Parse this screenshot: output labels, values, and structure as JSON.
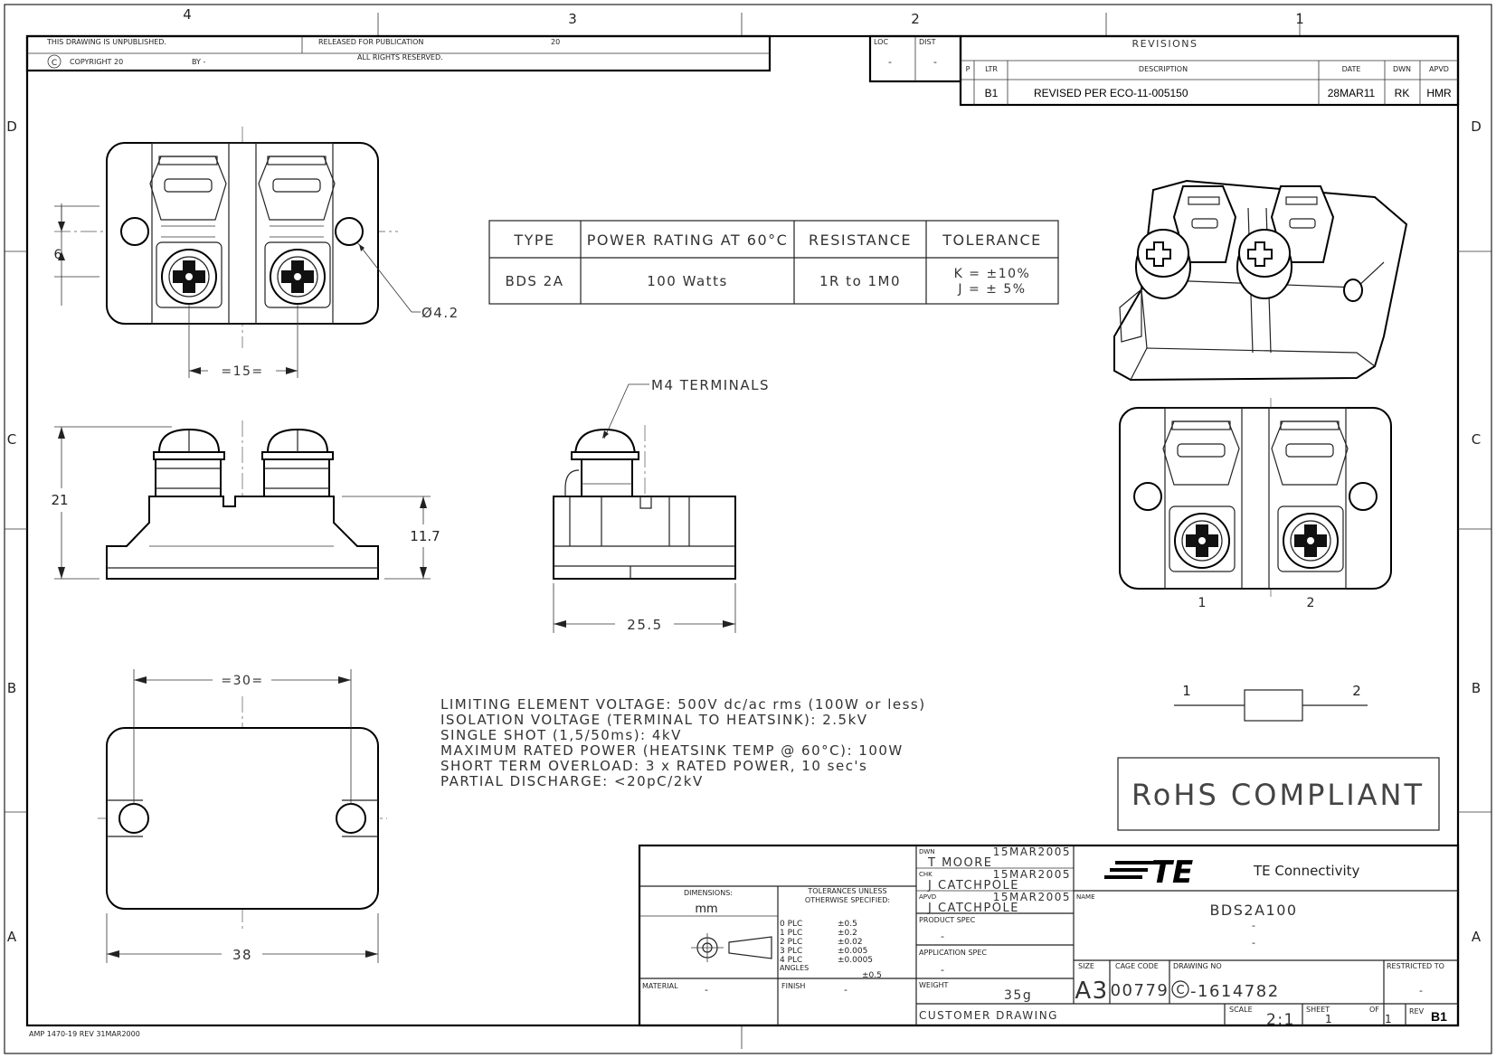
{
  "border": {
    "zones_top": [
      "4",
      "3",
      "2",
      "1"
    ],
    "zones_side": [
      "D",
      "C",
      "B",
      "A"
    ]
  },
  "header": {
    "unpublished": "THIS DRAWING IS UNPUBLISHED.",
    "copyright": "COPYRIGHT 20",
    "copyright_symbol": "C",
    "by": "BY -",
    "released": "RELEASED FOR PUBLICATION",
    "released_year": "20",
    "rights": "ALL RIGHTS RESERVED.",
    "loc_label": "LOC",
    "dist_label": "DIST",
    "loc_value": "-",
    "dist_value": "-"
  },
  "revisions": {
    "title": "REVISIONS",
    "headers": {
      "p": "P",
      "ltr": "LTR",
      "description": "DESCRIPTION",
      "date": "DATE",
      "dwn": "DWN",
      "apvd": "APVD"
    },
    "row": {
      "ltr": "B1",
      "description": "REVISED PER ECO-11-005150",
      "date": "28MAR11",
      "dwn": "RK",
      "apvd": "HMR"
    }
  },
  "spec_table": {
    "headers": [
      "TYPE",
      "POWER RATING AT 60°C",
      "RESISTANCE",
      "TOLERANCE"
    ],
    "row": {
      "type": "BDS 2A",
      "power": "100 Watts",
      "resistance": "1R to 1M0",
      "tol_k": "K = ±10%",
      "tol_j": "J = ± 5%"
    }
  },
  "dimensions": {
    "d6": "6",
    "d15": "=15=",
    "d42": "Ø4.2",
    "d21": "21",
    "d117": "11.7",
    "d255": "25.5",
    "d30": "=30=",
    "d38": "38",
    "m4": "M4 TERMINALS"
  },
  "notes": [
    "LIMITING ELEMENT VOLTAGE: 500V dc/ac rms (100W or less)",
    "ISOLATION VOLTAGE (TERMINAL TO HEATSINK): 2.5kV",
    "SINGLE SHOT (1,5/50ms): 4kV",
    "MAXIMUM RATED POWER (HEATSINK TEMP @ 60°C): 100W",
    "SHORT TERM OVERLOAD: 3 x RATED POWER, 10 sec's",
    "PARTIAL DISCHARGE: <20pC/2kV"
  ],
  "terminals": {
    "t1": "1",
    "t2": "2"
  },
  "schematic": {
    "p1": "1",
    "p2": "2"
  },
  "rohs": "RoHS COMPLIANT",
  "title_block": {
    "dimensions_label": "DIMENSIONS:",
    "units": "mm",
    "tol_title_1": "TOLERANCES UNLESS",
    "tol_title_2": "OTHERWISE SPECIFIED:",
    "tolerances": [
      {
        "plc": "0 PLC",
        "val": "±0.5"
      },
      {
        "plc": "1 PLC",
        "val": "±0.2"
      },
      {
        "plc": "2 PLC",
        "val": "±0.02"
      },
      {
        "plc": "3 PLC",
        "val": "±0.005"
      },
      {
        "plc": "4 PLC",
        "val": "±0.0005"
      }
    ],
    "angles_label": "ANGLES",
    "angles_val": "±0.5",
    "material_label": "MATERIAL",
    "material_val": "-",
    "finish_label": "FINISH",
    "finish_val": "-",
    "dwn_label": "DWN",
    "dwn_name": "T MOORE",
    "dwn_date": "15MAR2005",
    "chk_label": "CHK",
    "chk_name": "J CATCHPOLE",
    "chk_date": "15MAR2005",
    "apvd_label": "APVD",
    "apvd_name": "J CATCHPOLE",
    "apvd_date": "15MAR2005",
    "product_spec_label": "PRODUCT SPEC",
    "product_spec_val": "-",
    "app_spec_label": "APPLICATION SPEC",
    "app_spec_val": "-",
    "weight_label": "WEIGHT",
    "weight_val": "35g",
    "customer_drawing": "CUSTOMER DRAWING",
    "logo_text": "TE",
    "company": "TE Connectivity",
    "name_label": "NAME",
    "name_val": "BDS2A100",
    "name_sub1": "-",
    "name_sub2": "-",
    "size_label": "SIZE",
    "size_val": "A3",
    "cage_label": "CAGE CODE",
    "cage_val": "00779",
    "drawing_no_label": "DRAWING NO",
    "drawing_no_prefix": "C",
    "drawing_no_val": "-1614782",
    "restricted_label": "RESTRICTED TO",
    "restricted_val": "-",
    "scale_label": "SCALE",
    "scale_val": "2:1",
    "sheet_label": "SHEET",
    "sheet_val": "1",
    "of_label": "OF",
    "of_val": "1",
    "rev_label": "REV",
    "rev_val": "B1"
  },
  "footer": "AMP 1470-19 REV 31MAR2000"
}
